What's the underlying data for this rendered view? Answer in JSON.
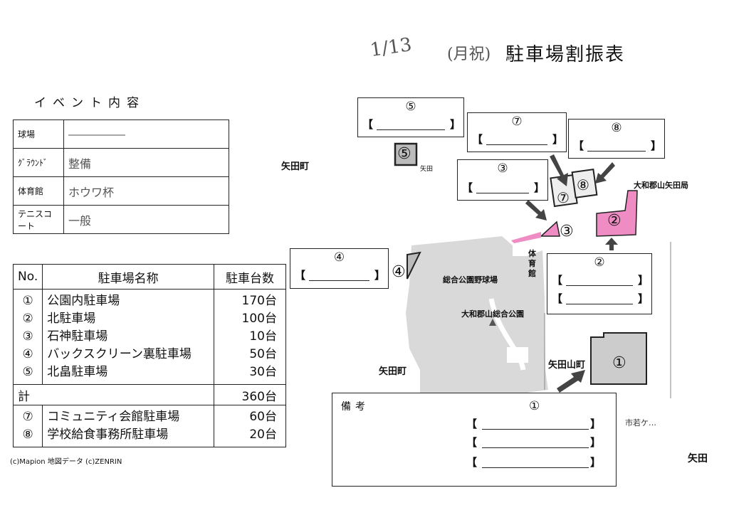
{
  "header": {
    "date": "1/13",
    "day": "(月祝)",
    "title": "駐車場割振表"
  },
  "event": {
    "heading": "イベント内容",
    "rows": [
      {
        "label": "球場",
        "value": "―――――"
      },
      {
        "label": "ｸﾞﾗｳﾝﾄﾞ",
        "value": "整備"
      },
      {
        "label": "体育館",
        "value": "ホウワ杯"
      },
      {
        "label": "テニスコート",
        "value": "一般"
      }
    ]
  },
  "parking": {
    "headers": {
      "no": "No.",
      "name": "駐車場名称",
      "count": "駐車台数"
    },
    "main": [
      {
        "no": "①",
        "name": "公園内駐車場",
        "count": "170台"
      },
      {
        "no": "②",
        "name": "北駐車場",
        "count": "100台"
      },
      {
        "no": "③",
        "name": "石神駐車場",
        "count": "10台"
      },
      {
        "no": "④",
        "name": "バックスクリーン裏駐車場",
        "count": "50台"
      },
      {
        "no": "⑤",
        "name": "北畠駐車場",
        "count": "30台"
      }
    ],
    "total": {
      "label": "計",
      "count": "360台"
    },
    "extra": [
      {
        "no": "⑦",
        "name": "コミュニティ会館駐車場",
        "count": "60台"
      },
      {
        "no": "⑧",
        "name": "学校給食事務所駐車場",
        "count": "20台"
      }
    ]
  },
  "copyright": "(c)Mapion 地図データ (c)ZENRIN",
  "map": {
    "labels": {
      "yatamachi_top": "矢田町",
      "yatamachi_bottom": "矢田町",
      "yatayamacho": "矢田山町",
      "post_office": "大和郡山矢田局",
      "stadium": "総合公園野球場",
      "park": "大和郡山総合公園",
      "gym_1": "体",
      "gym_2": "育",
      "gym_3": "館",
      "yata_small": "矢田",
      "yata_right": "矢田",
      "edge_note": "市若ケ…"
    },
    "boxes": {
      "b5": "⑤",
      "b7": "⑦",
      "b8": "⑧",
      "b3": "③",
      "b4": "④",
      "b2": "②",
      "b1": "①"
    },
    "markers": {
      "m5": "⑤",
      "m7": "⑦",
      "m8": "⑧",
      "m3": "③",
      "m2": "②",
      "m4": "④",
      "m1": "①"
    },
    "bracket_open": "【",
    "bracket_close": "】",
    "remarks": "備考",
    "colors": {
      "pink": "#f08cc4",
      "gray": "#d9d9d9",
      "dark": "#222222"
    }
  }
}
